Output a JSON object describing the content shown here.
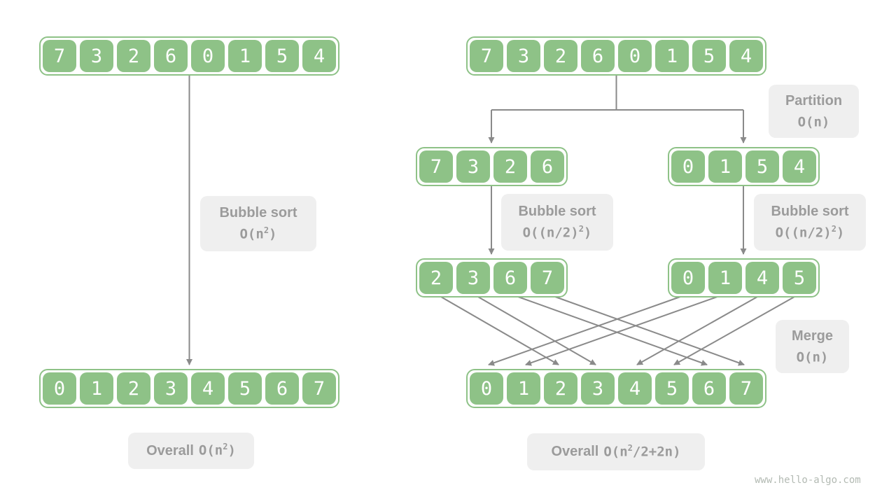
{
  "colors": {
    "green": "#8ec287",
    "label-bg": "#efefef",
    "label-text": "#9b9b9b",
    "arrow": "#8a8a8a",
    "watermark": "#b3bab3",
    "cell-text": "#ffffff"
  },
  "watermark": "www.hello-algo.com",
  "left": {
    "top_array": [
      "7",
      "3",
      "2",
      "6",
      "0",
      "1",
      "5",
      "4"
    ],
    "bottom_array": [
      "0",
      "1",
      "2",
      "3",
      "4",
      "5",
      "6",
      "7"
    ],
    "bubble_label": {
      "title": "Bubble sort",
      "o_pre": "O(n",
      "o_sup": "2",
      "o_post": ")"
    },
    "overall_label": {
      "title": "Overall",
      "o_pre": "O(n",
      "o_sup": "2",
      "o_post": ")"
    }
  },
  "right": {
    "top_array": [
      "7",
      "3",
      "2",
      "6",
      "0",
      "1",
      "5",
      "4"
    ],
    "left_half": [
      "7",
      "3",
      "2",
      "6"
    ],
    "right_half": [
      "0",
      "1",
      "5",
      "4"
    ],
    "left_sorted": [
      "2",
      "3",
      "6",
      "7"
    ],
    "right_sorted": [
      "0",
      "1",
      "4",
      "5"
    ],
    "merged_array": [
      "0",
      "1",
      "2",
      "3",
      "4",
      "5",
      "6",
      "7"
    ],
    "partition_label": {
      "title": "Partition",
      "o_pre": "O(n)",
      "o_sup": "",
      "o_post": ""
    },
    "bubble_left_label": {
      "title": "Bubble sort",
      "o_pre": "O((n/2)",
      "o_sup": "2",
      "o_post": ")"
    },
    "bubble_right_label": {
      "title": "Bubble sort",
      "o_pre": "O((n/2)",
      "o_sup": "2",
      "o_post": ")"
    },
    "merge_label": {
      "title": "Merge",
      "o_pre": "O(n)",
      "o_sup": "",
      "o_post": ""
    },
    "overall_label": {
      "title": "Overall",
      "o_pre": "O(n",
      "o_sup": "2",
      "o_post": "/2+2n)"
    }
  }
}
